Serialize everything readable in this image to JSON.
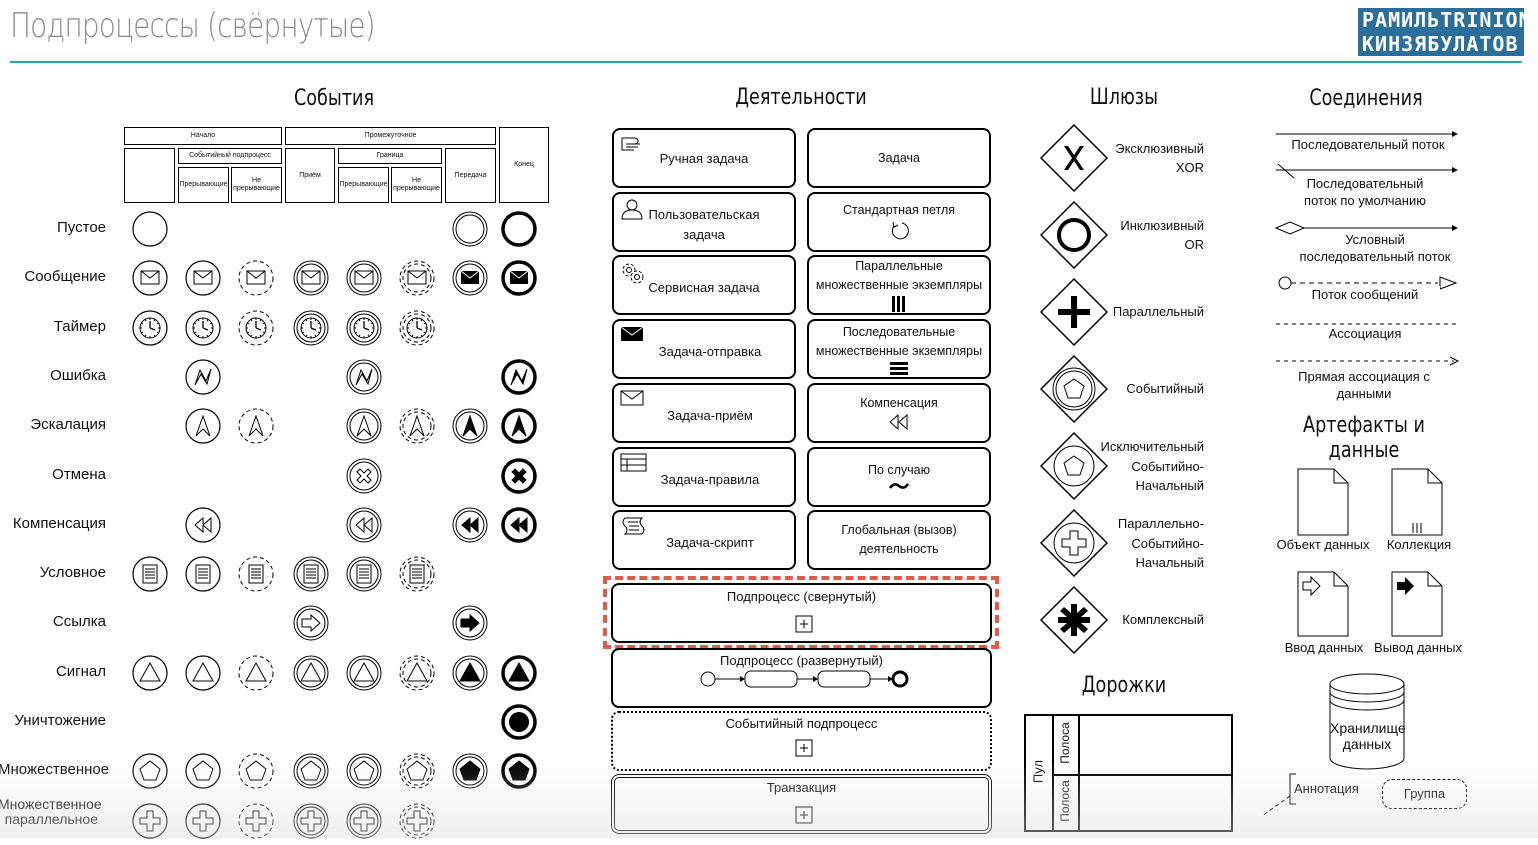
{
  "title": "Подпроцессы (свёрнутые)",
  "logo": {
    "line1": "РАМИЛЬTRINION",
    "line2": "КИНЗЯБУЛАТОВ"
  },
  "colors": {
    "accent": "#2aa3ad",
    "logo": "#2a6f9b",
    "highlight": "#e05a47"
  },
  "sections": {
    "events": "События",
    "activities": "Деятельности",
    "gateways": "Шлюзы",
    "connections": "Соединения",
    "lanes": "Дорожки",
    "artifacts": "Артефакты и данные"
  },
  "event_header": {
    "start": "Начало",
    "intermediate": "Промежуточное",
    "end": "Конец",
    "event_subprocess": "Событийный подпроцесс",
    "boundary": "Граница",
    "interrupting": "Прерывающие",
    "non_interrupting": "Не прерывающие",
    "catch": "Приём",
    "throw": "Передача"
  },
  "event_rows": [
    {
      "label": "Пустое",
      "icon": "none-event-icon"
    },
    {
      "label": "Сообщение",
      "icon": "envelope-icon"
    },
    {
      "label": "Таймер",
      "icon": "clock-icon"
    },
    {
      "label": "Ошибка",
      "icon": "error-bolt-icon"
    },
    {
      "label": "Эскалация",
      "icon": "escalation-arrow-icon"
    },
    {
      "label": "Отмена",
      "icon": "cancel-x-icon"
    },
    {
      "label": "Компенсация",
      "icon": "compensation-rewind-icon"
    },
    {
      "label": "Условное",
      "icon": "conditional-doc-icon"
    },
    {
      "label": "Ссылка",
      "icon": "link-arrow-icon"
    },
    {
      "label": "Сигнал",
      "icon": "signal-triangle-icon"
    },
    {
      "label": "Уничтожение",
      "icon": "terminate-dot-icon"
    },
    {
      "label": "Множественное",
      "icon": "pentagon-icon"
    },
    {
      "label": "Множественное параллельное",
      "icon": "plus-icon"
    }
  ],
  "tasks_left": [
    {
      "label": "Ручная задача",
      "icon": "hand-icon"
    },
    {
      "label": "Пользовательская задача",
      "icon": "user-icon"
    },
    {
      "label": "Сервисная задача",
      "icon": "gears-icon"
    },
    {
      "label": "Задача-отправка",
      "icon": "envelope-filled-icon"
    },
    {
      "label": "Задача-приём",
      "icon": "envelope-icon"
    },
    {
      "label": "Задача-правила",
      "icon": "table-icon"
    },
    {
      "label": "Задача-скрипт",
      "icon": "script-icon"
    }
  ],
  "tasks_right": [
    {
      "label": "Задача",
      "marker": ""
    },
    {
      "label": "Стандартная петля",
      "marker": "loop-icon"
    },
    {
      "label": "Параллельные множественные экземпляры",
      "marker": "parallel-bars-icon"
    },
    {
      "label": "Последовательные множественные экземпляры",
      "marker": "sequential-bars-icon"
    },
    {
      "label": "Компенсация",
      "marker": "compensation-icon"
    },
    {
      "label": "По случаю",
      "marker": "adhoc-tilde-icon"
    },
    {
      "label": "Глобальная (вызов) деятельность",
      "marker": ""
    }
  ],
  "subprocesses": {
    "collapsed": "Подпроцесс (свернутый)",
    "expanded": "Подпроцесс (развернутый)",
    "event": "Событийный подпроцесс",
    "transaction": "Транзакция"
  },
  "gateways": [
    {
      "label": "Эксклюзивный XOR",
      "icon": "x-icon"
    },
    {
      "label": "Инклюзивный OR",
      "icon": "circle-icon"
    },
    {
      "label": "Параллельный",
      "icon": "plus-icon"
    },
    {
      "label": "Событийный",
      "icon": "pentagon-icon"
    },
    {
      "label": "Исключительный Событийно-Начальный",
      "icon": "pentagon-icon"
    },
    {
      "label": "Параллельно-Событийно-Начальный",
      "icon": "plus-icon"
    },
    {
      "label": "Комплексный",
      "icon": "asterisk-icon"
    }
  ],
  "connections": [
    {
      "label": "Последовательный поток"
    },
    {
      "label": "Последовательный поток по умолчанию"
    },
    {
      "label": "Условный последовательный поток"
    },
    {
      "label": "Поток сообщений"
    },
    {
      "label": "Ассоциация"
    },
    {
      "label": "Прямая ассоциация с данными"
    }
  ],
  "lanes": {
    "pool": "Пул",
    "lane": "Полоса"
  },
  "artifacts": {
    "data_object": "Объект данных",
    "collection": "Коллекция",
    "data_input": "Ввод данных",
    "data_output": "Вывод данных",
    "data_store": "Хранилище данных",
    "annotation": "Аннотация",
    "group": "Группа"
  }
}
